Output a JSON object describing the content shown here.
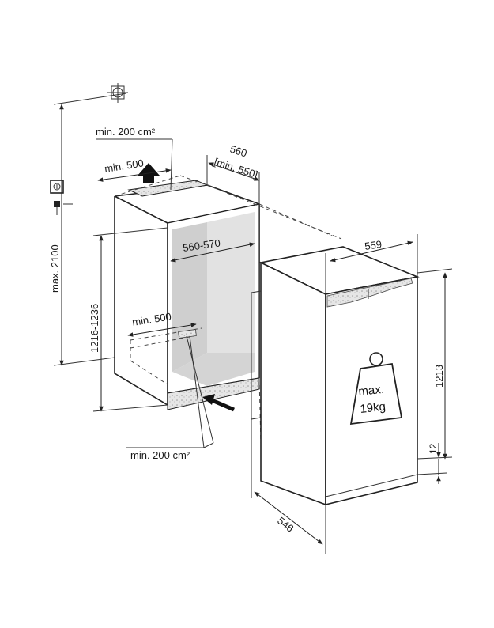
{
  "labels": {
    "top_vent_area": "min. 200 cm²",
    "top_vent_depth": "min. 500",
    "niche_depth": "560",
    "niche_depth_min": "[min. 550]",
    "max_height": "max. 2100",
    "niche_width": "560-570",
    "niche_height": "1216-1236",
    "bottom_vent_depth": "min. 500",
    "bottom_vent_area": "min. 200 cm²",
    "appliance_width": "559",
    "appliance_height": "1213",
    "appliance_base": "12",
    "appliance_depth": "546",
    "max_weight_line1": "max.",
    "max_weight_line2": "19kg"
  },
  "icons": [
    "crosshair-icon",
    "power-socket-icon",
    "power-plug-icon",
    "weight-icon",
    "airflow-arrow-icon"
  ],
  "colors": {
    "line": "#222222",
    "cavity_shade": "#d9d9d9",
    "cavity_dark": "#bdbdbd",
    "vent_fill": "#aaaaaa"
  }
}
